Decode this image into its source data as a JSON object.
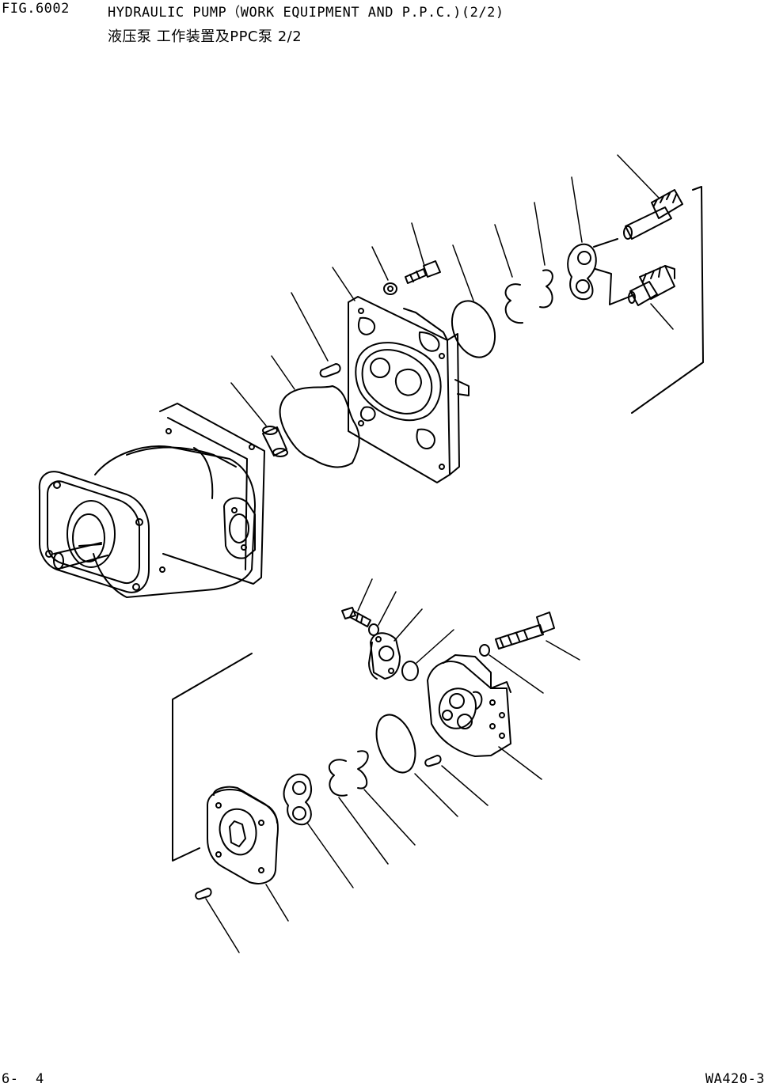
{
  "header": {
    "figure_number": "FIG.6002",
    "title": "HYDRAULIC PUMP（WORK EQUIPMENT AND P.P.C.)(2/2)",
    "subtitle": "液压泵 工作装置及PPC泵 2/2"
  },
  "footer": {
    "page_number": "6-  4",
    "model": "WA420-3"
  }
}
